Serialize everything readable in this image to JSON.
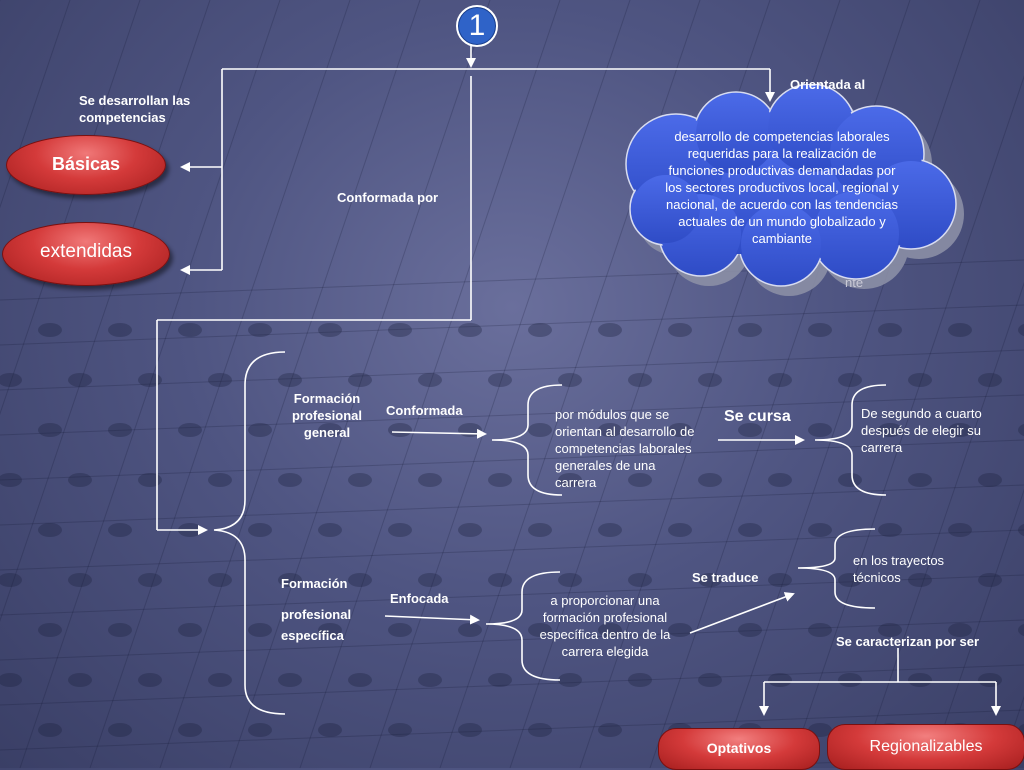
{
  "badge": "1",
  "labels": {
    "orientada_al": "Orientada al",
    "se_desarrollan": "Se desarrollan las competencias",
    "conformada_por": "Conformada por",
    "formacion_general": "Formación profesional general",
    "conformada": "Conformada",
    "modulos": "por módulos que se orientan al desarrollo de competencias laborales generales de una carrera",
    "se_cursa": "Se cursa",
    "segundo_cuarto": "De segundo a cuarto después de elegir su carrera",
    "formacion_especifica_1": "Formación",
    "formacion_especifica_2": "profesional",
    "formacion_especifica_3": "específica",
    "enfocada": "Enfocada",
    "proporcionar": "a proporcionar una formación profesional específica dentro de la carrera elegida",
    "se_traduce": "Se traduce",
    "trayectos": "en los trayectos técnicos",
    "se_caracterizan": "Se caracterizan por ser"
  },
  "cloud_text": "desarrollo de competencias laborales requeridas para la realización de funciones productivas demandadas por los sectores productivos local, regional y nacional, de acuerdo con las tendencias actuales de un mundo globalizado y cambiante",
  "ghost_text": "nte",
  "pills": {
    "basicas": "Básicas",
    "extendidas": "extendidas",
    "optativos": "Optativos",
    "regionalizables": "Regionalizables"
  },
  "colors": {
    "pill_red": "#d43a3a",
    "cloud_blue": "#3b5bd8",
    "badge_blue": "#2f63c8"
  }
}
